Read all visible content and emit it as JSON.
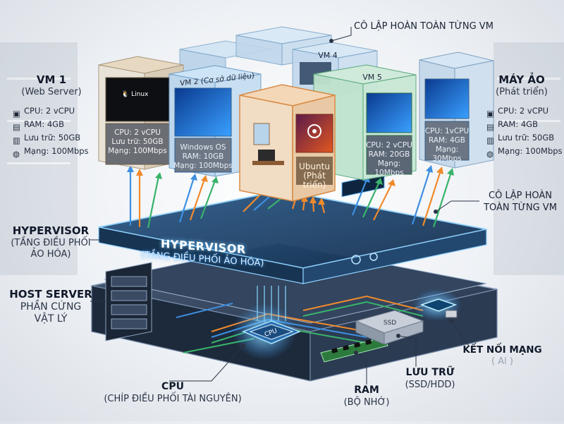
{
  "top_callout": "CÔ LẬP HOÀN TOÀN TỪNG VM",
  "right_callout": {
    "line1": "CÔ LẬP HOÀN",
    "line2": "TOÀN TỪNG VM"
  },
  "vm1": {
    "title": "VM 1",
    "subtitle": "(Web Server)",
    "os_label": "Linux",
    "screen": [
      "CPU: 2 vCPU",
      "Lưu trữ: 50GB",
      "Mạng: 100Mbps"
    ],
    "specs": [
      "CPU: 2 vCPU",
      "RAM: 4GB",
      "Lưu trữ: 50GB",
      "Mạng: 100Mbps"
    ]
  },
  "vm2": {
    "title": "VM 2 (Cơ sở dữ liệu)",
    "screen": [
      "Windows OS",
      "RAM: 10GB",
      "Mạng: 100Mbps"
    ]
  },
  "vm3": {
    "screen": [
      "Ubuntu",
      "(Phát triển)"
    ]
  },
  "vm4": {
    "title": "VM 4"
  },
  "vm5": {
    "title": "VM 5",
    "screen": [
      "CPU: 2 vCPU",
      "RAM: 20GB",
      "Mạng: 10Mbps"
    ]
  },
  "vm6": {
    "title": "MÁY ẢO",
    "subtitle": "(Phát triển)",
    "screen": [
      "CPU: 1vCPU",
      "RAM: 4GB",
      "Mạng: 30Mbps"
    ],
    "specs": [
      "CPU: 2 vCPU",
      "RAM: 4GB",
      "Lưu trữ: 50GB",
      "Mạng: 100Mbps"
    ]
  },
  "hypervisor": {
    "label_title": "HYPERVISOR",
    "label_sub1": "(TẦNG ĐIỀU PHỐI",
    "label_sub2": "ẢO HÓA)",
    "board_title": "HYPERVISOR",
    "board_sub1": "(TẦNG ĐIỀU PHỐI",
    "board_sub2": "ẢO HÓA)"
  },
  "host": {
    "title": "HOST SERVER",
    "sub1": "PHẦN CỨNG",
    "sub2": "VẬT LÝ"
  },
  "cpu": {
    "title": "CPU",
    "sub": "(CHÍP ĐIỀU PHỐI TÀI NGUYÊN)",
    "chip": "CPU"
  },
  "ram": {
    "title": "RAM",
    "sub": "(BỘ NHỚ)"
  },
  "storage": {
    "title": "LƯU TRỮ",
    "sub": "(SSD/HDD)",
    "chip": "SSD"
  },
  "network": {
    "title": "KẾT NỐI MẠNG",
    "sub": "( Al )"
  },
  "colors": {
    "orange": "#f08a2c",
    "blue": "#3d8fe0",
    "green": "#39b36a",
    "glow": "#57c3ff"
  }
}
